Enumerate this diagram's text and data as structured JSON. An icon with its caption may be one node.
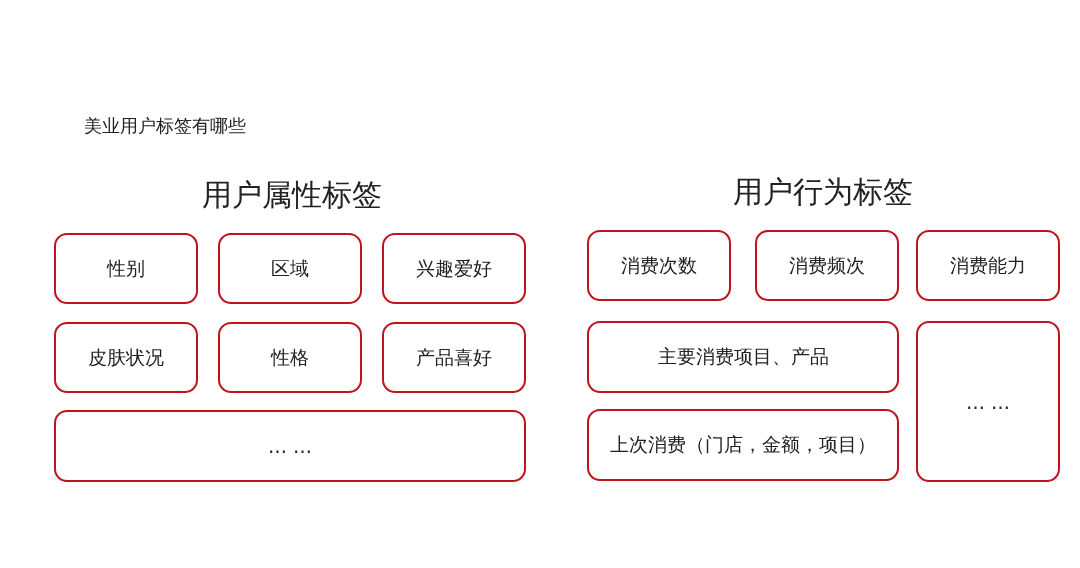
{
  "diagram": {
    "title": "美业用户标签有哪些",
    "nodes": [
      {
        "text": [
          "性别"
        ]
      },
      {
        "text": [
          "区域"
        ]
      },
      {
        "text": [
          "兴趣爱好"
        ]
      },
      {
        "text": [
          "皮肤状况"
        ]
      },
      {
        "text": [
          "性格"
        ]
      },
      {
        "text": [
          "产品喜好"
        ]
      },
      {
        "text": [
          "… …"
        ]
      },
      {
        "text": [
          "消费次数"
        ]
      },
      {
        "text": [
          "消费频次"
        ]
      },
      {
        "text": [
          "消费能力"
        ]
      },
      {
        "text": [
          "主要消费项目、产品"
        ]
      },
      {
        "text": [
          "… …"
        ]
      },
      {
        "text": [
          "上次消费（门店，金额，项目）"
        ]
      }
    ],
    "edges": [],
    "labels": [
      "用户属性标签",
      "用户行为标签"
    ]
  }
}
